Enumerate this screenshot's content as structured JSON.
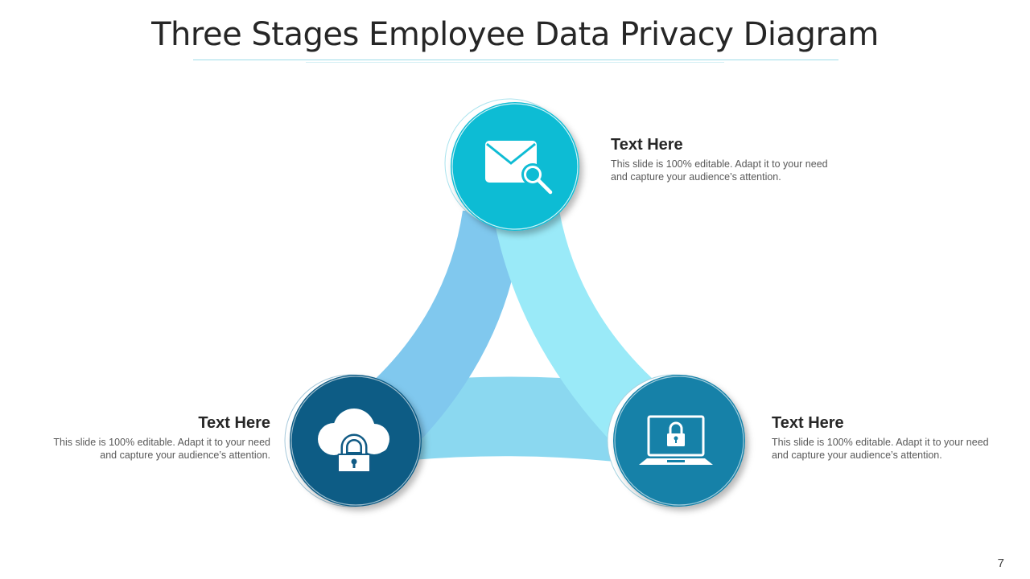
{
  "slide": {
    "title": "Three Stages Employee Data Privacy Diagram",
    "page_number": "7"
  },
  "stages": [
    {
      "id": "top",
      "heading": "Text Here",
      "body": "This slide is 100% editable. Adapt it to your need and capture your audience’s attention.",
      "icon": "mail-search-icon",
      "color": "#0fbcd4"
    },
    {
      "id": "left",
      "heading": "Text Here",
      "body": "This slide is 100% editable. Adapt it to your need and capture your audience’s attention.",
      "icon": "cloud-lock-icon",
      "color": "#115b85"
    },
    {
      "id": "right",
      "heading": "Text Here",
      "body": "This slide is 100% editable. Adapt it to your need and capture your audience’s attention.",
      "icon": "laptop-lock-icon",
      "color": "#1281a8"
    }
  ],
  "colors": {
    "band_left": "#80c8ee",
    "band_right": "#9aeaf8",
    "band_bottom": "#8bd8f0"
  }
}
